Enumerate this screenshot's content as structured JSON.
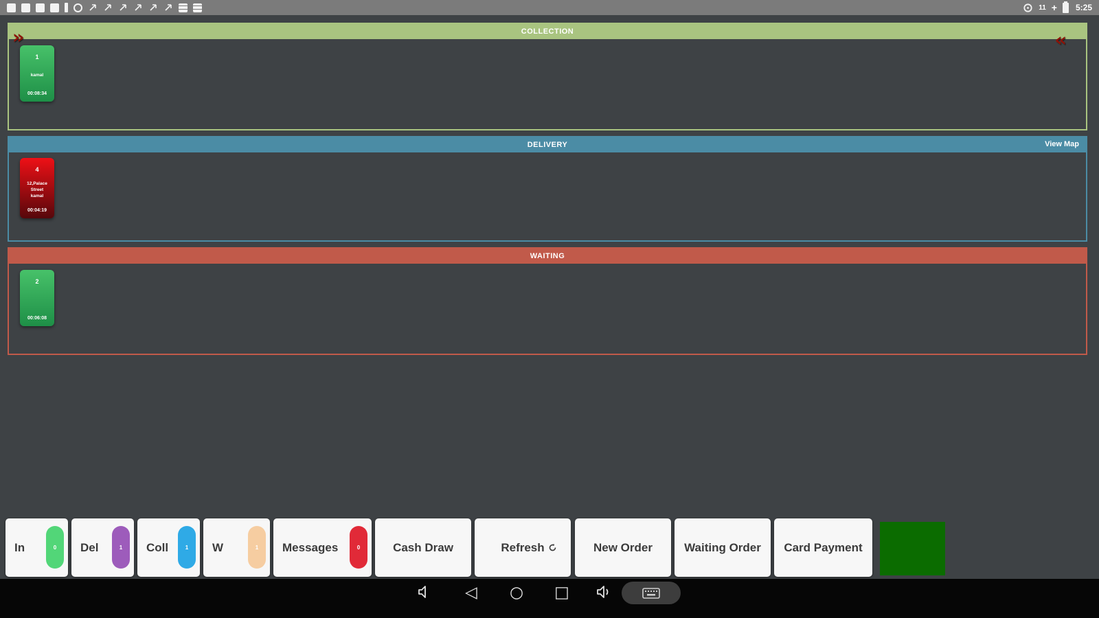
{
  "status_bar": {
    "time": "5:25",
    "signal_text": "11",
    "left_icons": [
      "notification-square",
      "notification-square",
      "notification-square",
      "notification-square",
      "notification-bar",
      "notification-circle",
      "upload-arrow",
      "upload-arrow",
      "upload-arrow",
      "upload-arrow",
      "upload-arrow",
      "upload-arrow",
      "grid-square",
      "grid-square"
    ],
    "right_icons": [
      "data-saver-icon",
      "signal-text",
      "plus-icon",
      "battery-icon",
      "clock-text"
    ]
  },
  "icons": {
    "chevron_right_double": "»",
    "chevron_left_double": "«",
    "back": "◁",
    "home": "○",
    "recents": "□"
  },
  "sections": [
    {
      "id": "collection",
      "title": "COLLECTION",
      "header_color": "#a9c480",
      "cards": [
        {
          "number": "1",
          "line1": "kamal",
          "line2": "",
          "time": "00:08:34",
          "style": "green",
          "color_top": "#47c169",
          "color_bottom": "#1e8f47"
        }
      ]
    },
    {
      "id": "delivery",
      "title": "DELIVERY",
      "action": "View Map",
      "header_color": "#4b8ca5",
      "cards": [
        {
          "number": "4",
          "line1": "12,Palace Street",
          "line2": "kamal",
          "time": "00:04:19",
          "style": "red",
          "color_top": "#ee1016",
          "color_bottom": "#56070b"
        }
      ]
    },
    {
      "id": "waiting",
      "title": "WAITING",
      "header_color": "#c15a4a",
      "cards": [
        {
          "number": "2",
          "line1": "",
          "line2": "",
          "time": "00:06:08",
          "style": "green",
          "color_top": "#47c169",
          "color_bottom": "#1e8f47"
        }
      ]
    }
  ],
  "toolbar": {
    "counters": [
      {
        "label": "In",
        "count": "0",
        "color": "#52d678"
      },
      {
        "label": "Del",
        "count": "1",
        "color": "#9d5cbb"
      },
      {
        "label": "Coll",
        "count": "1",
        "color": "#2faae6"
      },
      {
        "label": "W",
        "count": "1",
        "color": "#f6cda1"
      },
      {
        "label": "Messages",
        "count": "0",
        "color": "#e12a38"
      }
    ],
    "actions": [
      {
        "label": "Cash Draw"
      },
      {
        "label": "Refresh",
        "icon": "refresh-icon"
      },
      {
        "label": "New Order"
      },
      {
        "label": "Waiting Order"
      },
      {
        "label": "Card Payment"
      }
    ],
    "status_indicator_color": "#0b6c00"
  },
  "nav_bar": {
    "icons": [
      "volume-down-icon",
      "back-icon",
      "home-icon",
      "recents-icon",
      "volume-up-icon",
      "keyboard-icon"
    ]
  }
}
